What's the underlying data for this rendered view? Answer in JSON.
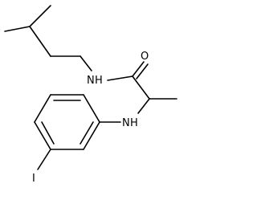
{
  "molecule": {
    "atoms": {
      "amide_nitrogen": "N",
      "amide_nitrogen_h": "H",
      "carbonyl_oxygen": "O",
      "amine_nitrogen": "N",
      "amine_nitrogen_h": "H",
      "iodine": "I"
    }
  },
  "colors": {
    "bond": "#000000",
    "label": "#000000",
    "background": "#ffffff"
  }
}
